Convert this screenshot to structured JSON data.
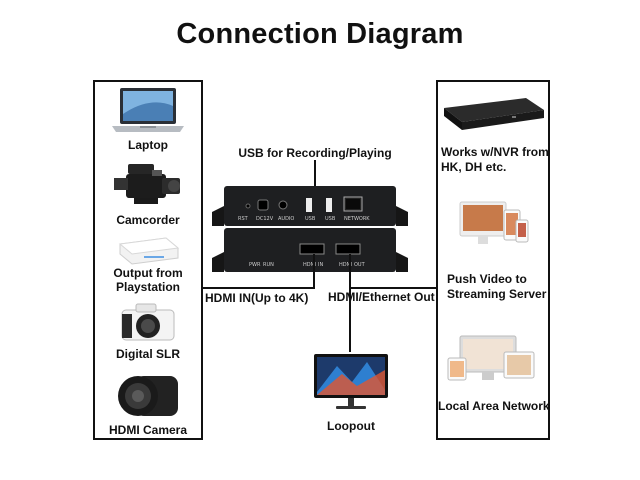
{
  "title": "Connection Diagram",
  "inputs": [
    {
      "label": "Laptop",
      "icon": "laptop-icon"
    },
    {
      "label": "Camcorder",
      "icon": "camcorder-icon"
    },
    {
      "label": "Output from Playstation",
      "icon": "playstation-icon"
    },
    {
      "label": "Digital SLR",
      "icon": "dslr-camera-icon"
    },
    {
      "label": "HDMI Camera",
      "icon": "hdmi-camera-icon"
    }
  ],
  "outputs": [
    {
      "label": "Works w/NVR from HK, DH etc.",
      "icon": "nvr-icon"
    },
    {
      "label": "Push Video to Streaming Server",
      "icon": "streaming-devices-icon"
    },
    {
      "label": "Local Area Network",
      "icon": "lan-devices-icon"
    }
  ],
  "device": {
    "usb_label": "USB for Recording/Playing",
    "hdmi_in_label": "HDMI IN(Up to 4K)",
    "hdmi_out_label": "HDMI/Ethernet Out",
    "ports_top": [
      "RST",
      "DC12V",
      "AUDIO",
      "USB",
      "USB",
      "NETWORK"
    ],
    "ports_bottom": [
      "PWR",
      "RUN",
      "HDMI IN",
      "HDMI OUT"
    ]
  },
  "loopout": {
    "label": "Loopout",
    "icon": "monitor-icon"
  }
}
